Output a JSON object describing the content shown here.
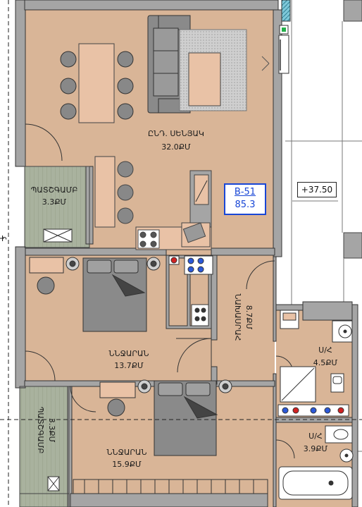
{
  "unit": {
    "code": "B-51",
    "area": "85.3"
  },
  "level_mark": "+37.50",
  "rooms": [
    {
      "id": "living",
      "name": "ԸՆԴ. ՍԵՆՅԱԿ",
      "area": "32.0ՔՄ"
    },
    {
      "id": "balcony-top",
      "name": "ՊԱՏՇԳԱՄԲ",
      "area": "3.3ՔՄ"
    },
    {
      "id": "bedroom-1",
      "name": "ՆՆՋԱՐԱՆ",
      "area": "13.7ՔՄ"
    },
    {
      "id": "hall",
      "name": "ՆԱԽԱՍՐԱՀ",
      "area": "8.7ՔՄ"
    },
    {
      "id": "wc-1",
      "name": "Ս/Հ",
      "area": "4.5ՔՄ"
    },
    {
      "id": "balcony-bottom",
      "name": "ՊԱՏՇԳԱՄԲ",
      "area": "3.3ՔՄ"
    },
    {
      "id": "bedroom-2",
      "name": "ՆՆՋԱՐԱՆ",
      "area": "15.9ՔՄ"
    },
    {
      "id": "wc-2",
      "name": "Ս/Հ",
      "area": "3.9ՔՄ"
    }
  ],
  "marker": "Ի",
  "colors": {
    "floor": "#d9b597",
    "wall": "#a5a5a5",
    "wall_edge": "#333333",
    "balcony": "#a9b29e",
    "furniture": "#777777",
    "unit_box": "#1846d6"
  }
}
